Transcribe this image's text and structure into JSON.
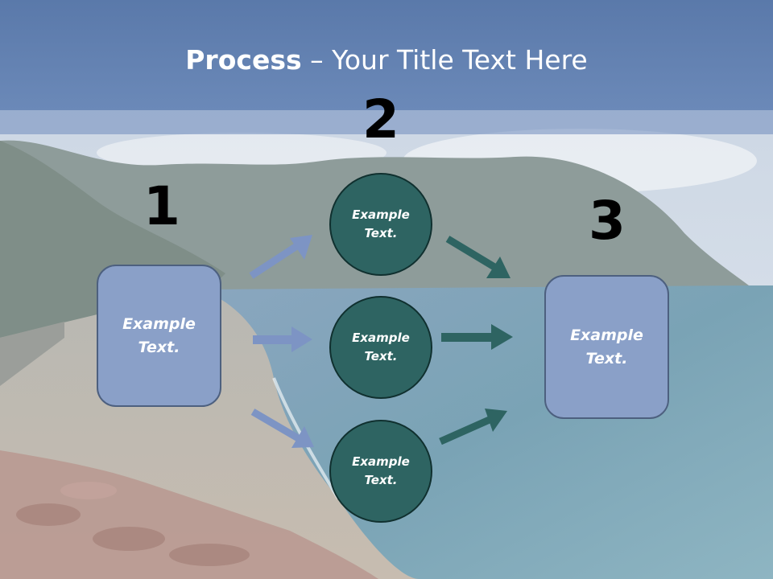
{
  "title": {
    "bold": "Process",
    "rest": " – Your Title Text Here"
  },
  "numbers": {
    "one": "1",
    "two": "2",
    "three": "3"
  },
  "boxes": {
    "left": "Example\nText.",
    "right": "Example\nText."
  },
  "circles": {
    "top": "Example\nText.",
    "middle": "Example\nText.",
    "bottom": "Example\nText."
  },
  "colors": {
    "title_band": "#5a79aa",
    "box_fill": "#8aa0c8",
    "circle_fill": "#2e6462",
    "arrow_left": "#7d94c4",
    "arrow_right": "#2e6462"
  }
}
